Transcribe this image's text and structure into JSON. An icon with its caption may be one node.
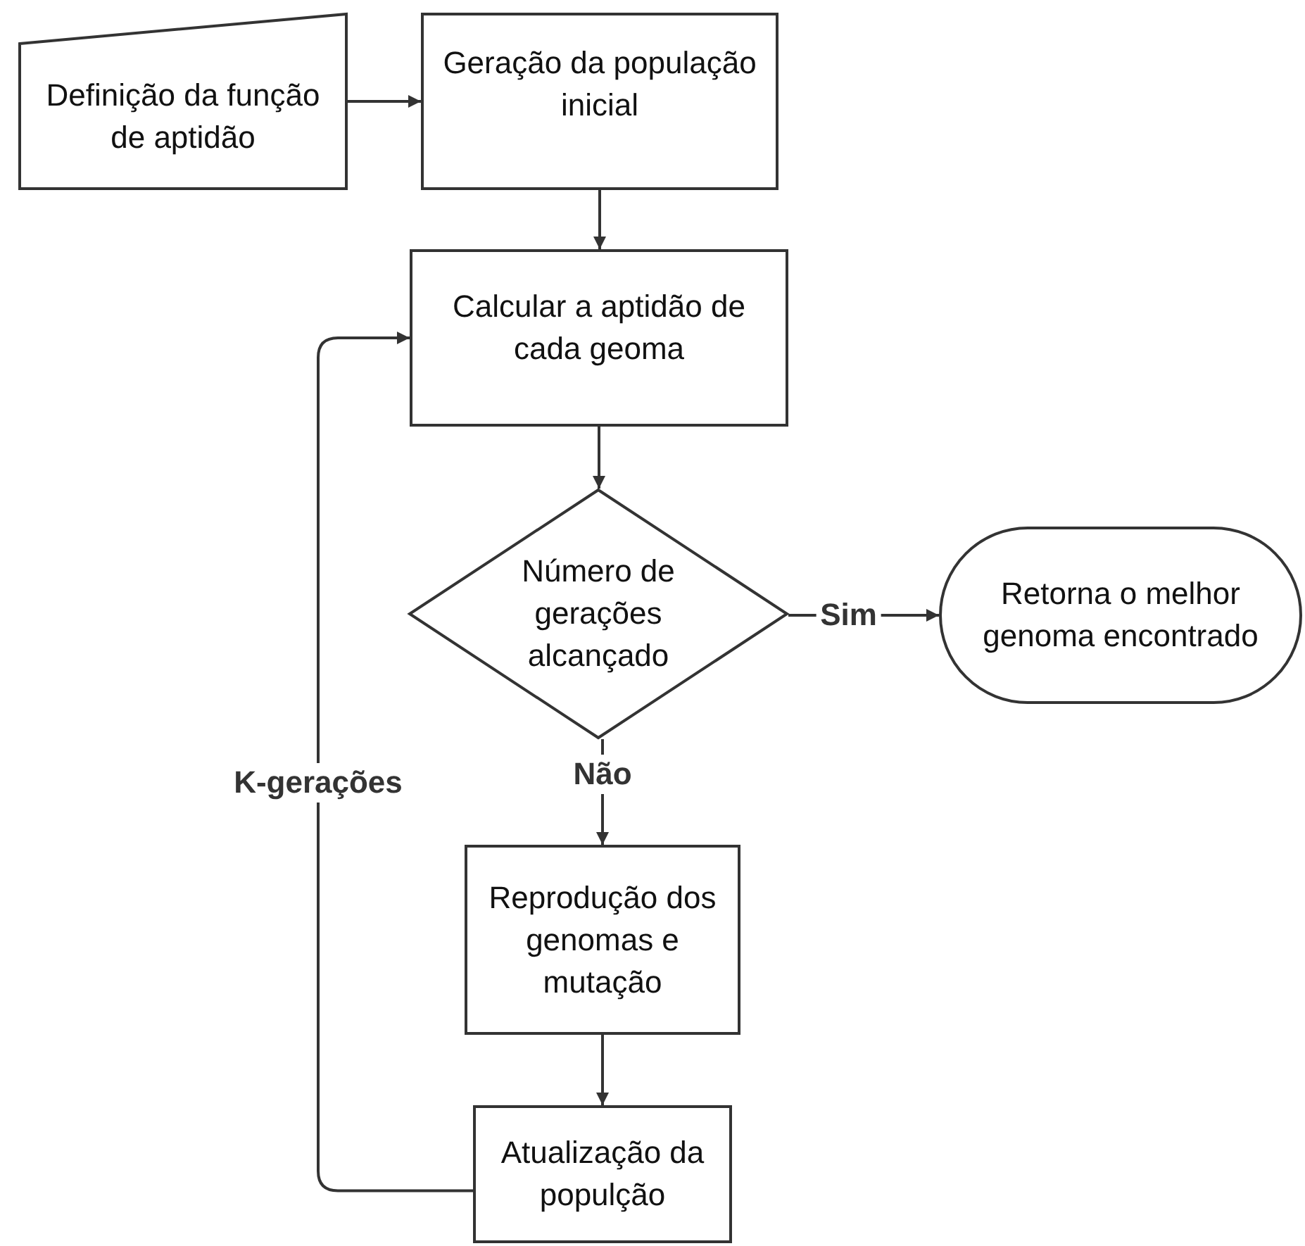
{
  "diagram": {
    "nodes": [
      {
        "text": [
          "Definição da função de aptidão"
        ]
      },
      {
        "text": [
          "Geração da população inicial"
        ]
      },
      {
        "text": [
          "Calcular a aptidão de cada geoma"
        ]
      },
      {
        "text": [
          "Número de gerações alcançado"
        ]
      },
      {
        "text": [
          "Retorna o melhor genoma encontrado"
        ]
      },
      {
        "text": [
          "Reprodução dos genomas e mutação"
        ]
      },
      {
        "text": [
          "Atualização da populção"
        ]
      }
    ],
    "edges": [
      {
        "from": 0,
        "to": 1,
        "arrow": "to"
      },
      {
        "from": 1,
        "to": 2,
        "arrow": "to"
      },
      {
        "from": 2,
        "to": 3,
        "arrow": "to"
      },
      {
        "from": 3,
        "to": 4,
        "arrow": "to",
        "label": "Sim"
      },
      {
        "from": 3,
        "to": 5,
        "arrow": "to",
        "label": "Não"
      },
      {
        "from": 5,
        "to": 6,
        "arrow": "to"
      },
      {
        "from": 6,
        "to": 2,
        "arrow": "to",
        "label": "K-gerações"
      }
    ]
  }
}
